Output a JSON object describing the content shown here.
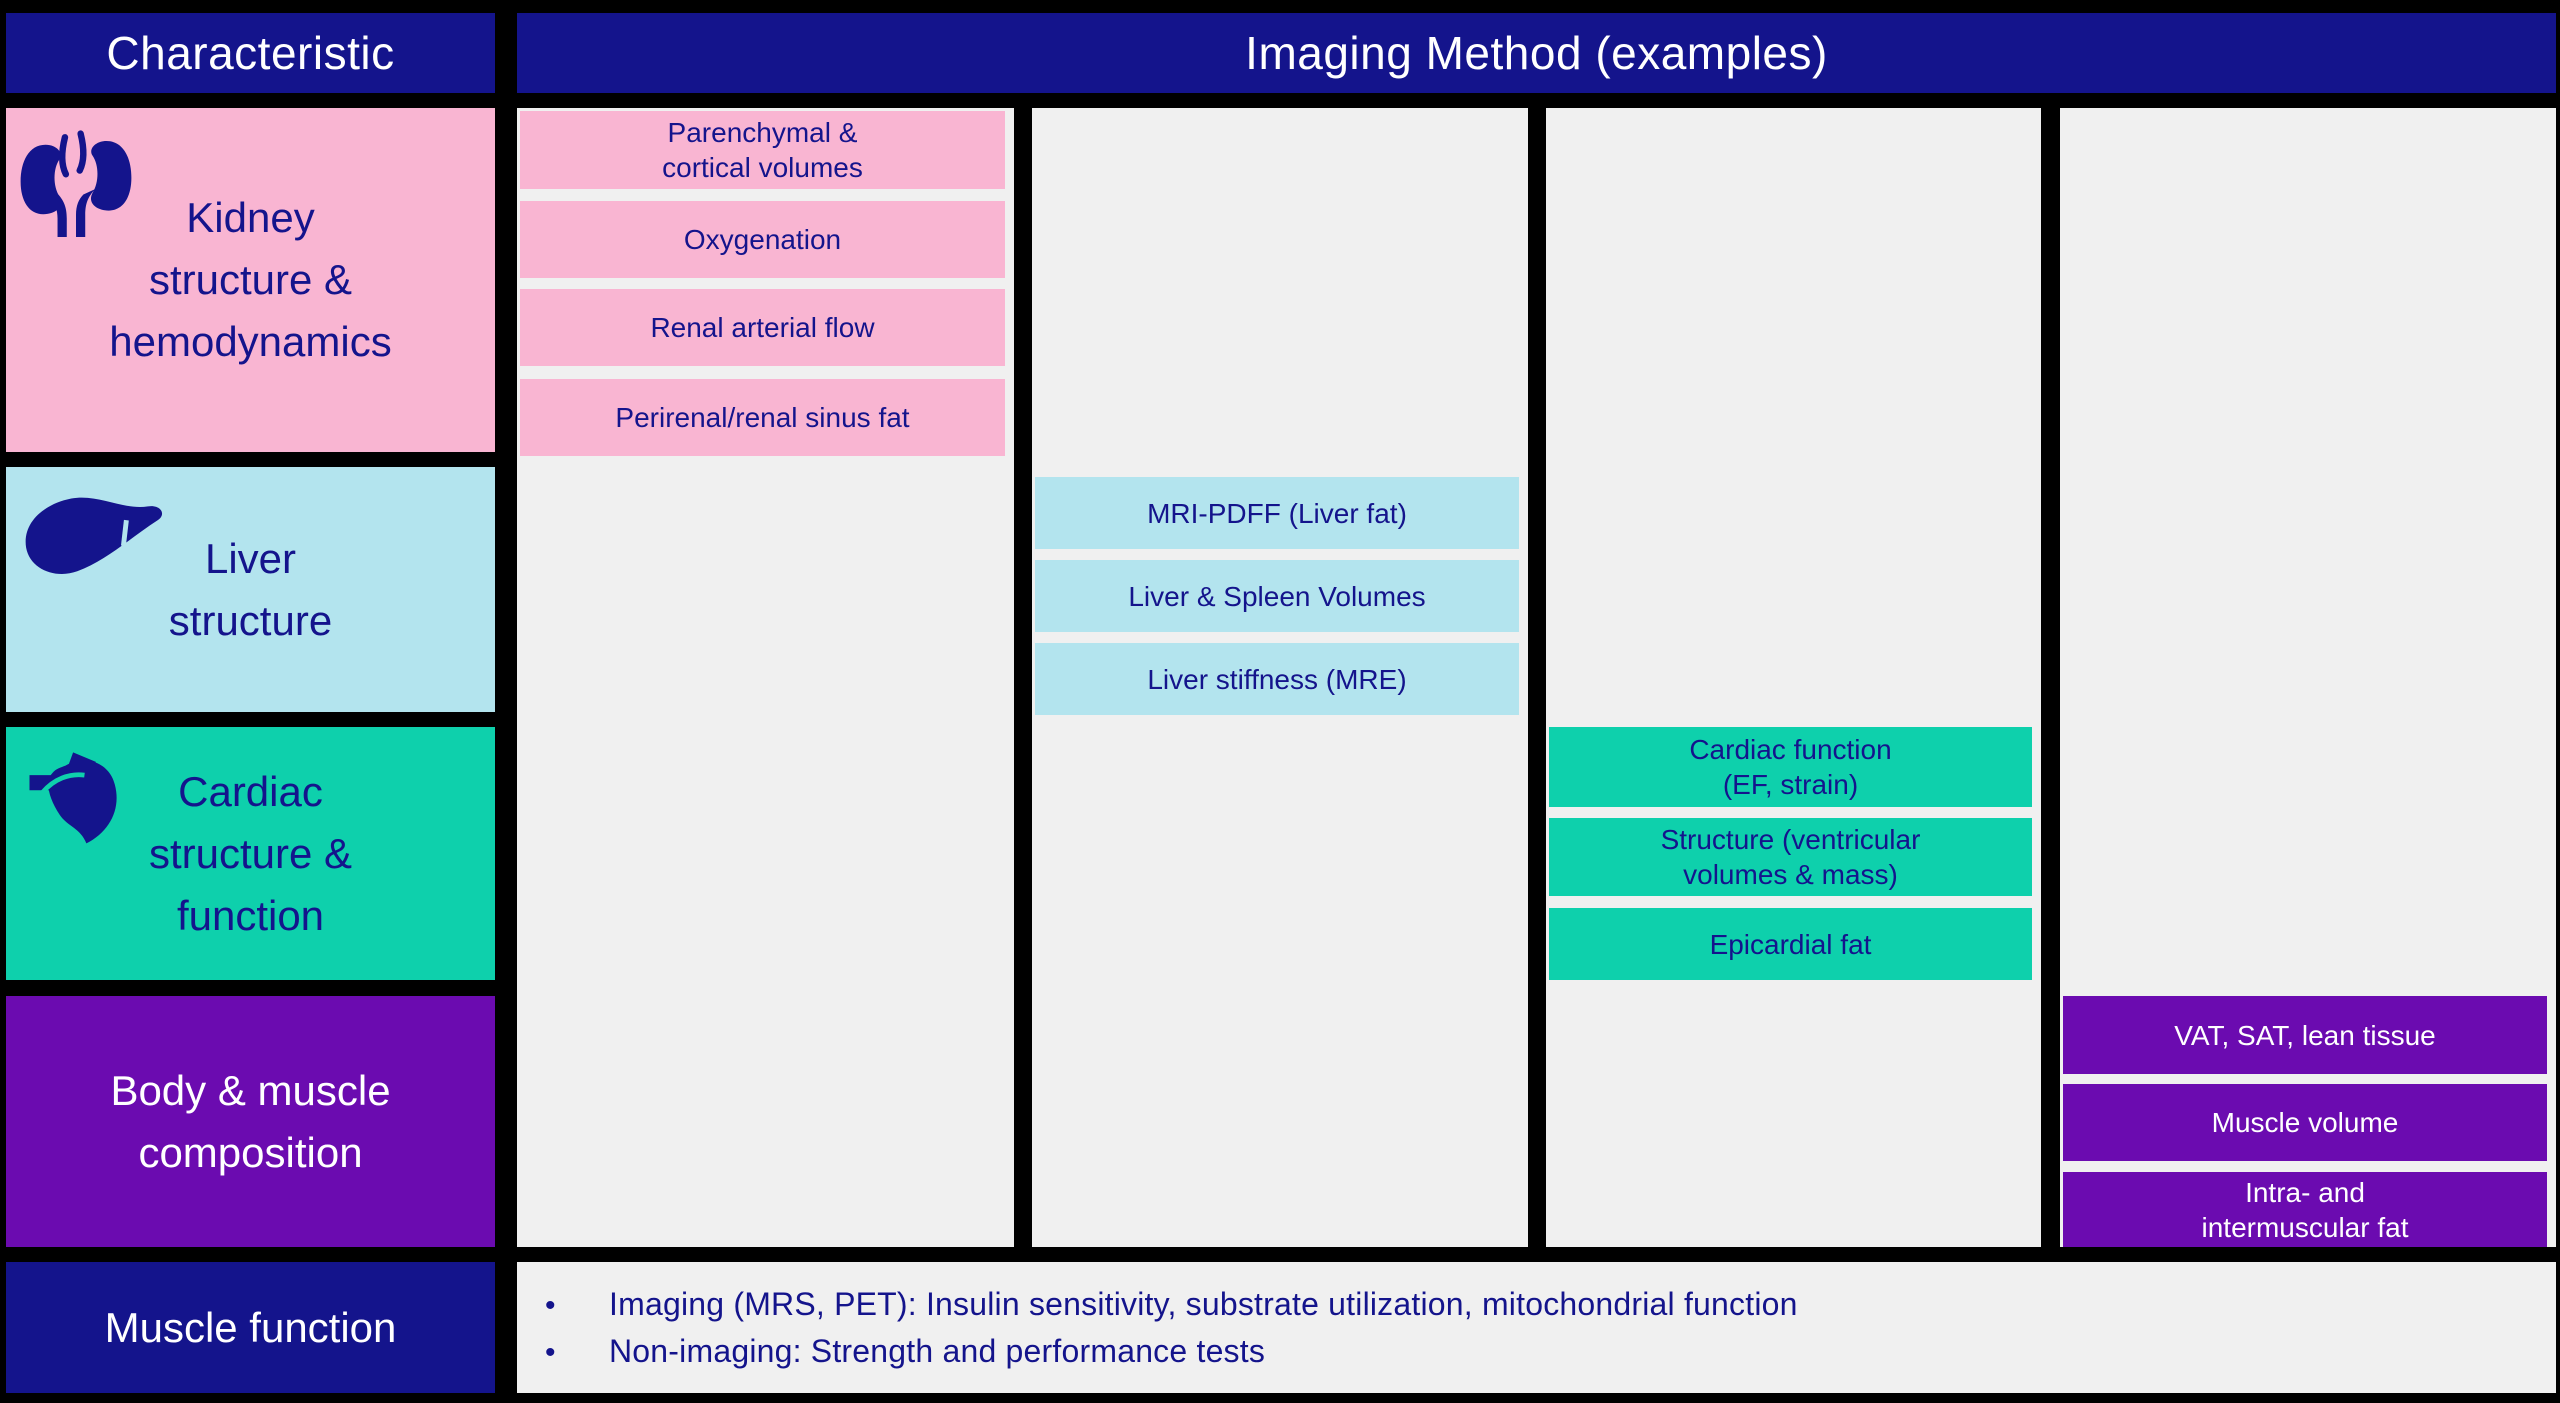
{
  "colors": {
    "navy": "#14148C",
    "pink": "#F9B5D2",
    "cyan": "#B3E4EE",
    "teal": "#0ED0AC",
    "purple": "#6B0BB0",
    "panel_gray": "#F0F0F0",
    "background": "#000000",
    "text_light": "#FFFFFF"
  },
  "header": {
    "characteristic": "Characteristic",
    "imaging_method": "Imaging Method (examples)"
  },
  "sidebar": {
    "kidney_label": "Kidney\nstructure &\nhemodynamics",
    "liver_label": "Liver\nstructure",
    "cardiac_label": "Cardiac\nstructure &\nfunction",
    "body_label": "Body & muscle\ncomposition",
    "muscle_label": "Muscle function"
  },
  "icons": {
    "kidney": "kidneys-icon",
    "liver": "liver-icon",
    "cardiac": "anatomical-heart-icon"
  },
  "chips": {
    "kidney": [
      "Parenchymal &\ncortical volumes",
      "Oxygenation",
      "Renal arterial flow",
      "Perirenal/renal sinus fat"
    ],
    "liver": [
      "MRI-PDFF (Liver fat)",
      "Liver & Spleen Volumes",
      "Liver stiffness (MRE)"
    ],
    "cardiac": [
      "Cardiac function\n(EF, strain)",
      "Structure (ventricular\nvolumes & mass)",
      "Epicardial fat"
    ],
    "body": [
      "VAT, SAT, lean tissue",
      "Muscle volume",
      "Intra- and\nintermuscular fat"
    ]
  },
  "muscle_function": {
    "bullet_glyph": "•",
    "items": [
      "Imaging (MRS, PET): Insulin sensitivity, substrate utilization, mitochondrial function",
      "Non-imaging: Strength and performance tests"
    ]
  }
}
